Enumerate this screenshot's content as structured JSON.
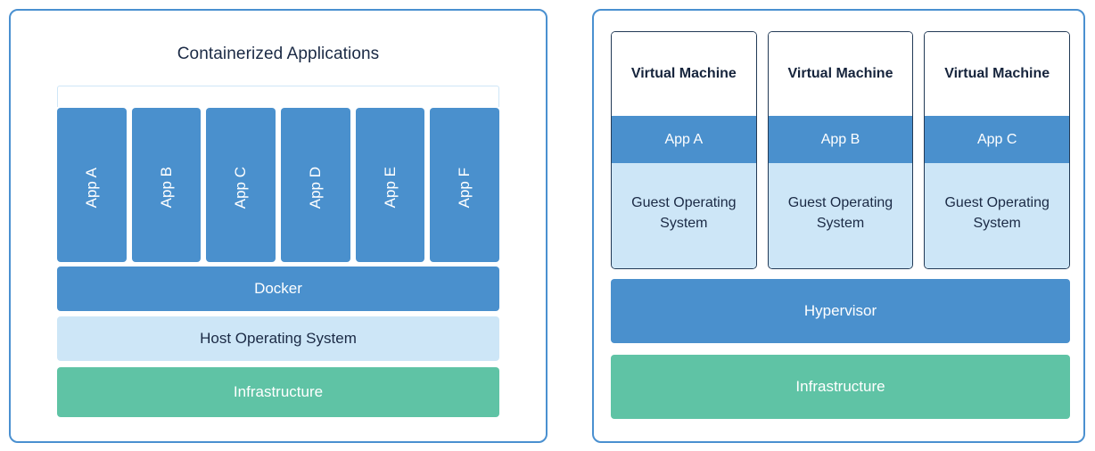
{
  "diagram": {
    "left_panel": {
      "title": "Containerized Applications",
      "apps": [
        {
          "label": "App A"
        },
        {
          "label": "App B"
        },
        {
          "label": "App C"
        },
        {
          "label": "App D"
        },
        {
          "label": "App E"
        },
        {
          "label": "App F"
        }
      ],
      "layers": [
        {
          "label": "Docker",
          "style": "blue"
        },
        {
          "label": "Host Operating System",
          "style": "lightblue"
        },
        {
          "label": "Infrastructure",
          "style": "green"
        }
      ]
    },
    "right_panel": {
      "vms": [
        {
          "title": "Virtual Machine",
          "app": "App A",
          "guest_os": "Guest Operating System"
        },
        {
          "title": "Virtual Machine",
          "app": "App B",
          "guest_os": "Guest Operating System"
        },
        {
          "title": "Virtual Machine",
          "app": "App C",
          "guest_os": "Guest Operating System"
        }
      ],
      "layers": [
        {
          "label": "Hypervisor",
          "style": "blue"
        },
        {
          "label": "Infrastructure",
          "style": "green"
        }
      ]
    }
  },
  "colors": {
    "panel_border": "#4a90d0",
    "accent_blue": "#4a90cd",
    "light_blue": "#cde6f7",
    "green": "#5fc3a5",
    "navy_text": "#1b2a45",
    "bracket": "#cfe6f7",
    "vm_border": "#223a56"
  }
}
